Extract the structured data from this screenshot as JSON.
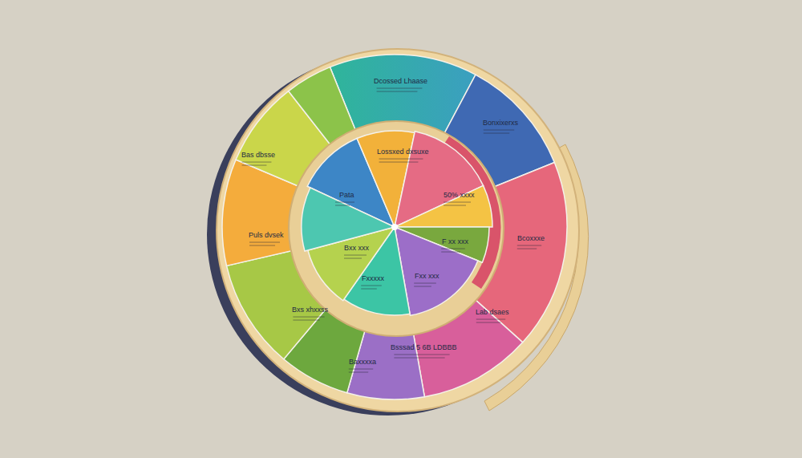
{
  "diagram": {
    "nodes": [
      {
        "text": [
          "Dcossed Lhaase"
        ]
      },
      {
        "text": [
          "Bonxixerxs"
        ]
      },
      {
        "text": [
          "Bcoxxxe"
        ]
      },
      {
        "text": [
          "Lab dsaes"
        ]
      },
      {
        "text": [
          "Bsssad 5 6B LDBBB"
        ]
      },
      {
        "text": [
          "Baxxxxa"
        ]
      },
      {
        "text": [
          "Bxs xhxxss"
        ]
      },
      {
        "text": [
          "Puls dvsek"
        ]
      },
      {
        "text": [
          "Bas dbsse"
        ]
      },
      {
        "text": [
          "Pata"
        ]
      },
      {
        "text": [
          "Lossxed dxsuxe"
        ]
      },
      {
        "text": [
          "50% xxxx"
        ]
      },
      {
        "text": [
          "F xx xxx"
        ]
      },
      {
        "text": [
          "Fxx xxx"
        ]
      },
      {
        "text": [
          "Fxxxxx"
        ]
      },
      {
        "text": [
          "Bxx xxx"
        ]
      }
    ]
  }
}
